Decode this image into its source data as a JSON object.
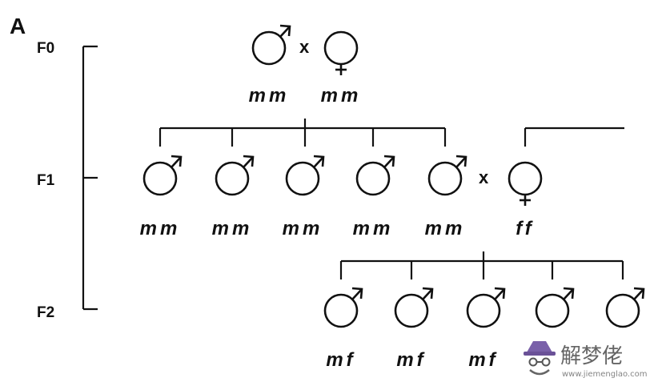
{
  "panel_label": "A",
  "generations": [
    {
      "label": "F0"
    },
    {
      "label": "F1"
    },
    {
      "label": "F2"
    }
  ],
  "cross_mark": "x",
  "f0": {
    "male": {
      "genotype": "mm"
    },
    "female": {
      "genotype": "mm"
    }
  },
  "f1": {
    "males": [
      {
        "genotype": "mm"
      },
      {
        "genotype": "mm"
      },
      {
        "genotype": "mm"
      },
      {
        "genotype": "mm"
      },
      {
        "genotype": "mm"
      }
    ],
    "female": {
      "genotype": "ff"
    }
  },
  "f2": {
    "males": [
      {
        "genotype": "mf"
      },
      {
        "genotype": "mf"
      },
      {
        "genotype": "mf"
      },
      {
        "genotype": ""
      },
      {
        "genotype": ""
      }
    ]
  },
  "watermark": {
    "text": "解梦佬",
    "url": "www.jiemenglao.com"
  }
}
